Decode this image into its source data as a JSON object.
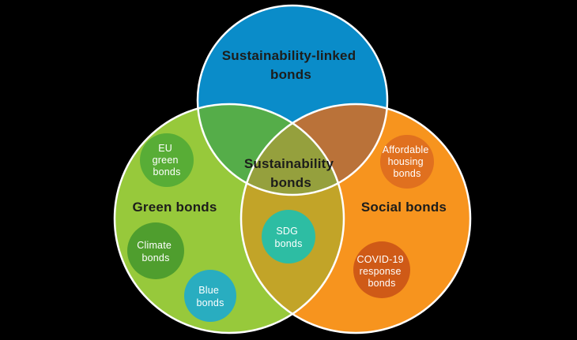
{
  "colors": {
    "background": "#000000",
    "blue_circle": "#0a8cc9",
    "green_circle": "#97c93b",
    "orange_circle": "#f7941e",
    "overlap_blue_green": "#55ad49",
    "overlap_blue_orange": "#ba7239",
    "overlap_green_orange": "#c2a428",
    "overlap_all_three": "#95a03d",
    "bubble_eu_green": "#58ad36",
    "bubble_climate": "#4f9e2e",
    "bubble_blue_bonds": "#29adc0",
    "bubble_sdg": "#2dbda3",
    "bubble_affordable": "#e0701f",
    "bubble_covid": "#cf5a17",
    "circle_outline": "#ffffff",
    "label_dark": "#1d1d1b",
    "label_light": "#ffffff"
  },
  "venn": {
    "sustainability_linked": {
      "label_line1": "Sustainability-linked",
      "label_line2": "bonds"
    },
    "green": {
      "label": "Green bonds"
    },
    "social": {
      "label": "Social bonds"
    },
    "sustainability": {
      "label_line1": "Sustainability",
      "label_line2": "bonds"
    }
  },
  "bubbles": {
    "eu_green": {
      "line1": "EU",
      "line2": "green",
      "line3": "bonds"
    },
    "climate": {
      "line1": "Climate",
      "line2": "bonds"
    },
    "blue": {
      "line1": "Blue",
      "line2": "bonds"
    },
    "affordable_housing": {
      "line1": "Affordable",
      "line2": "housing",
      "line3": "bonds"
    },
    "covid_response": {
      "line1": "COVID-19",
      "line2": "response",
      "line3": "bonds"
    },
    "sdg": {
      "line1": "SDG",
      "line2": "bonds"
    }
  }
}
